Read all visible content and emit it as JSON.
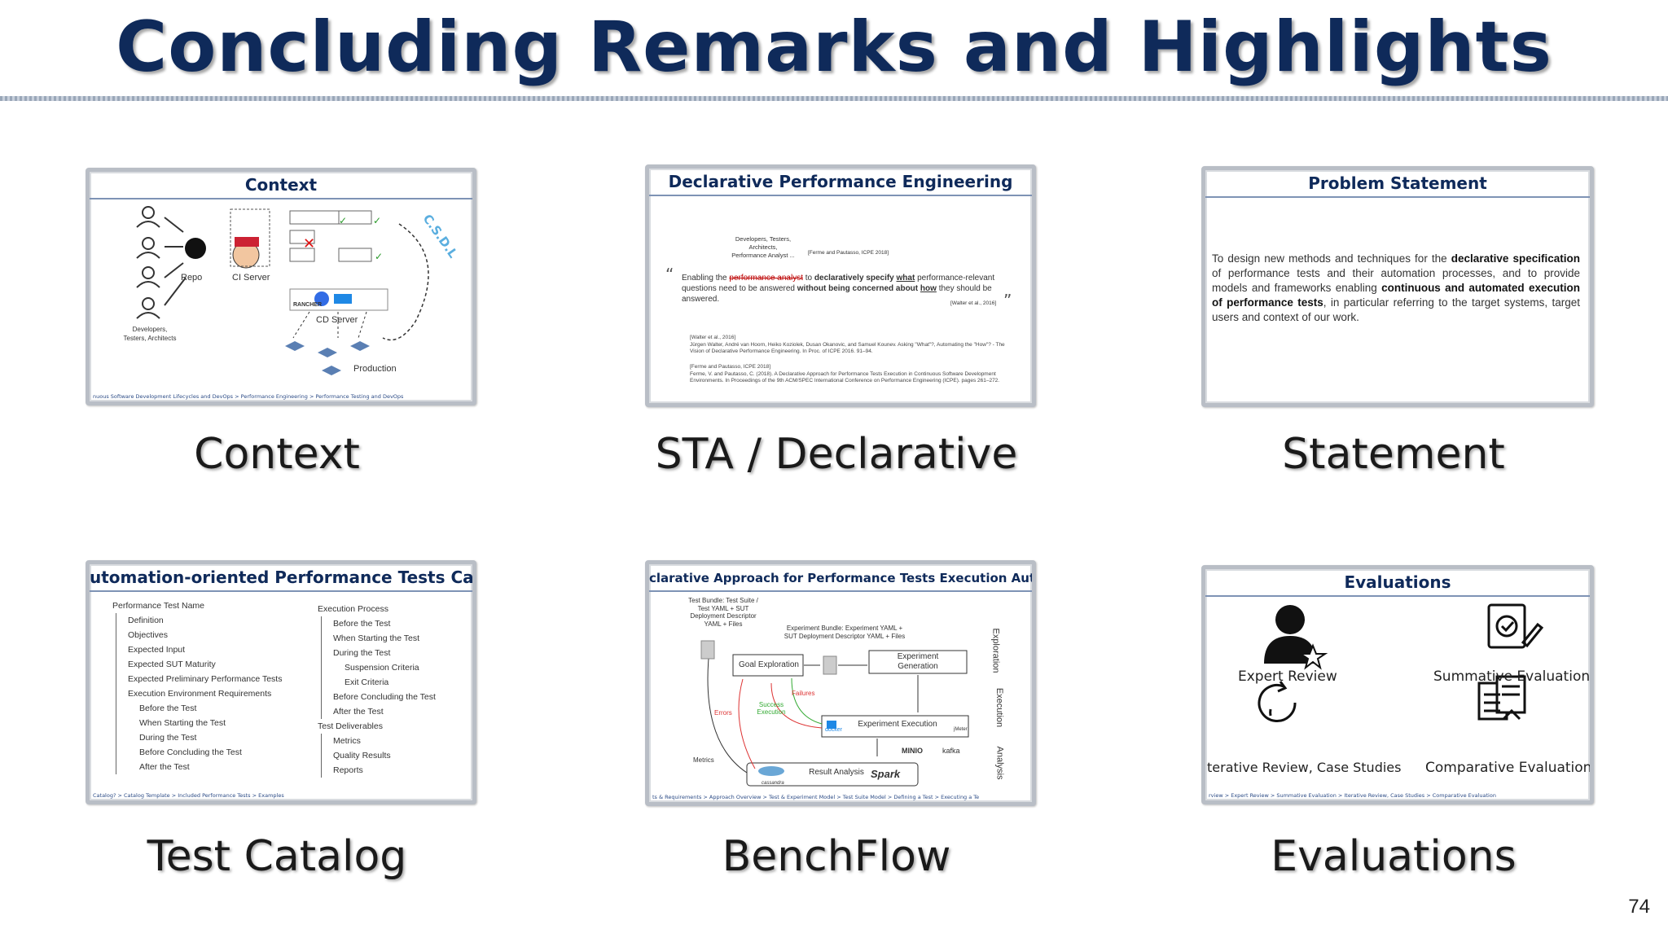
{
  "slide": {
    "title": "Concluding Remarks and Highlights",
    "page_number": "74"
  },
  "cards": {
    "context": {
      "thumb_title": "Context",
      "caption": "Context",
      "labels": {
        "repo": "Repo",
        "ci": "CI Server",
        "cd": "CD Server",
        "prod": "Production",
        "devs": "Developers, Testers, Architects",
        "csdl": "C.S.D.L",
        "rancher": "RANCHER"
      },
      "footer": "nuous Software Development Lifecycles and DevOps > Performance Engineering > Performance Testing and DevOps"
    },
    "declarative": {
      "thumb_title": "Declarative Performance Engineering",
      "caption": "STA / Declarative",
      "roles": "Developers, Testers, Architects, Performance Analyst ...",
      "cite1": "[Ferme and Pautasso, ICPE 2018]",
      "quote_pre": "Enabling the",
      "quote_strike": "performance analyst",
      "quote_mid": "to",
      "quote_b1": "declaratively specify",
      "quote_b2": "what",
      "quote_rest": "performance-relevant questions need to be answered",
      "quote_b3": "without being concerned about",
      "quote_b4": "how",
      "quote_end": "they should be answered.",
      "cite2": "[Walter et al., 2016]",
      "ref1_head": "[Walter et al., 2016]",
      "ref1": "Jürgen Walter, André van Hoorn, Heiko Koziolek, Dusan Okanovic, and Samuel Kounev. Asking \"What\"?, Automating the \"How\"? - The Vision of Declarative Performance Engineering. In Proc. of ICPE 2016. 91–94.",
      "ref2_head": "[Ferme and Pautasso, ICPE 2018]",
      "ref2": "Ferme, V. and Pautasso, C. (2018). A Declarative Approach for Performance Tests Execution in Continuous Software Development Environments. In Proceedings of the 9th ACM/SPEC International Conference on Performance Engineering (ICPE). pages 261–272."
    },
    "statement": {
      "thumb_title": "Problem Statement",
      "caption": "Statement",
      "t1": "To design new methods and techniques for the",
      "b1": "declarative specification",
      "t2": "of performance tests and their automation processes, and to provide models and frameworks enabling",
      "b2": "continuous and automated execution of performance tests",
      "t3": ", in particular referring to the target systems, target users and context of our work."
    },
    "catalog": {
      "thumb_title": "utomation-oriented Performance Tests Catalo",
      "caption": "Test Catalog",
      "left_items": [
        "Performance Test Name",
        "Definition",
        "Objectives",
        "Expected Input",
        "Expected SUT Maturity",
        "Expected Preliminary Performance Tests",
        "Execution Environment Requirements",
        "Before the Test",
        "When Starting the Test",
        "During the Test",
        "Before Concluding the Test",
        "After the Test"
      ],
      "right_items": [
        "Execution Process",
        "Before the Test",
        "When Starting the Test",
        "During the Test",
        "Suspension Criteria",
        "Exit Criteria",
        "Before Concluding the Test",
        "After the Test",
        "Test Deliverables",
        "Metrics",
        "Quality Results",
        "Reports"
      ],
      "footer": "Catalog? > Catalog Template > Included Performance Tests > Examples"
    },
    "benchflow": {
      "thumb_title": "clarative Approach for Performance Tests Execution Automati",
      "caption": "BenchFlow",
      "bundle": "Test Bundle: Test Suite / Test YAML + SUT Deployment Descriptor YAML + Files",
      "exp_bundle": "Experiment Bundle: Experiment YAML + SUT Deployment Descriptor YAML + Files",
      "goal": "Goal Exploration",
      "gen": "Experiment Generation",
      "exec": "Experiment Execution",
      "analysis": "Result Analysis",
      "failures": "Failures",
      "success": "Success Execution",
      "errors": "Errors",
      "metrics": "Metrics",
      "side": [
        "Exploration",
        "Execution",
        "Analysis"
      ],
      "tools": [
        "docker",
        "jMeter",
        "MINIO",
        "kafka",
        "cassandra",
        "Spark"
      ],
      "footer": "ts & Requirements > Approach Overview > Test & Experiment Model > Test Suite Model > Defining a Test > Executing a Te"
    },
    "evaluations": {
      "thumb_title": "Evaluations",
      "caption": "Evaluations",
      "items": [
        "Expert Review",
        "Summative Evaluation",
        "terative Review, Case Studies",
        "Comparative Evaluation"
      ],
      "footer": "rview > Expert Review > Summative Evaluation > Iterative Review, Case Studies > Comparative Evaluation"
    }
  }
}
